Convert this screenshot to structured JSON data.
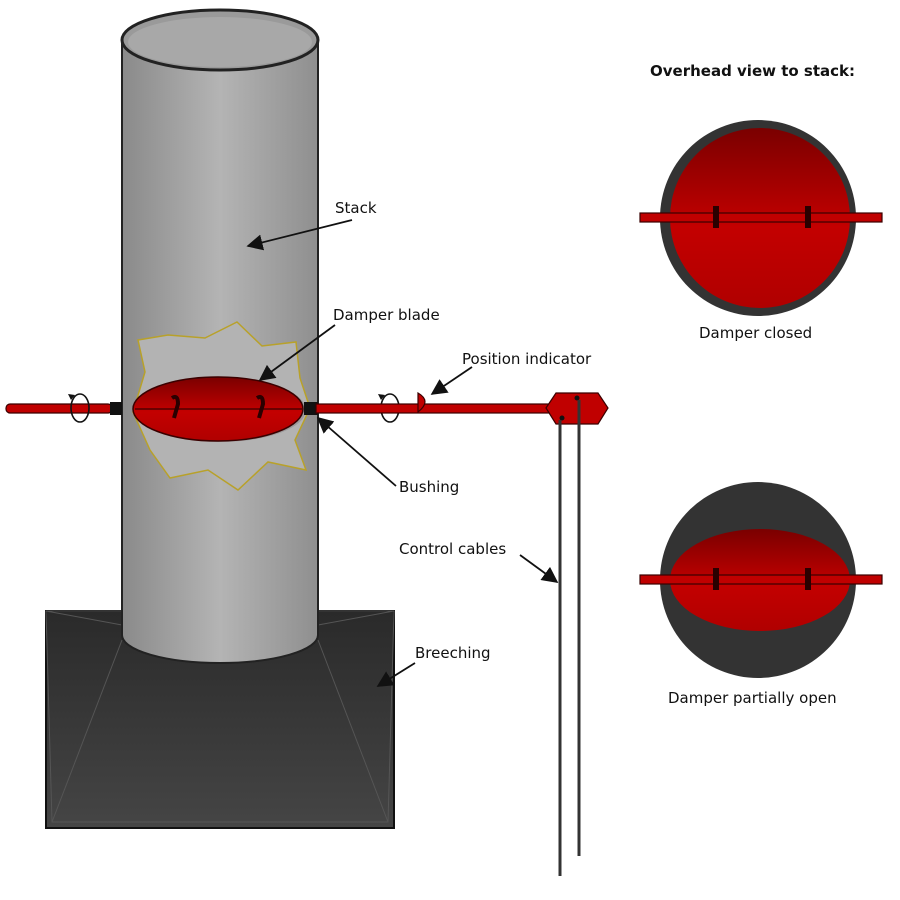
{
  "labels": {
    "stack": "Stack",
    "damper_blade": "Damper blade",
    "position_indicator": "Position indicator",
    "bushing": "Bushing",
    "control_cables": "Control cables",
    "breeching": "Breeching"
  },
  "overhead": {
    "title": "Overhead view to stack:",
    "closed_caption": "Damper closed",
    "partial_caption": "Damper partially open"
  },
  "colors": {
    "stack_gray": "#a6a6a6",
    "damper_red": "#c00000",
    "dark_red": "#7a0000",
    "breeching_dark": "#3a3a3a",
    "cable": "#333333"
  }
}
